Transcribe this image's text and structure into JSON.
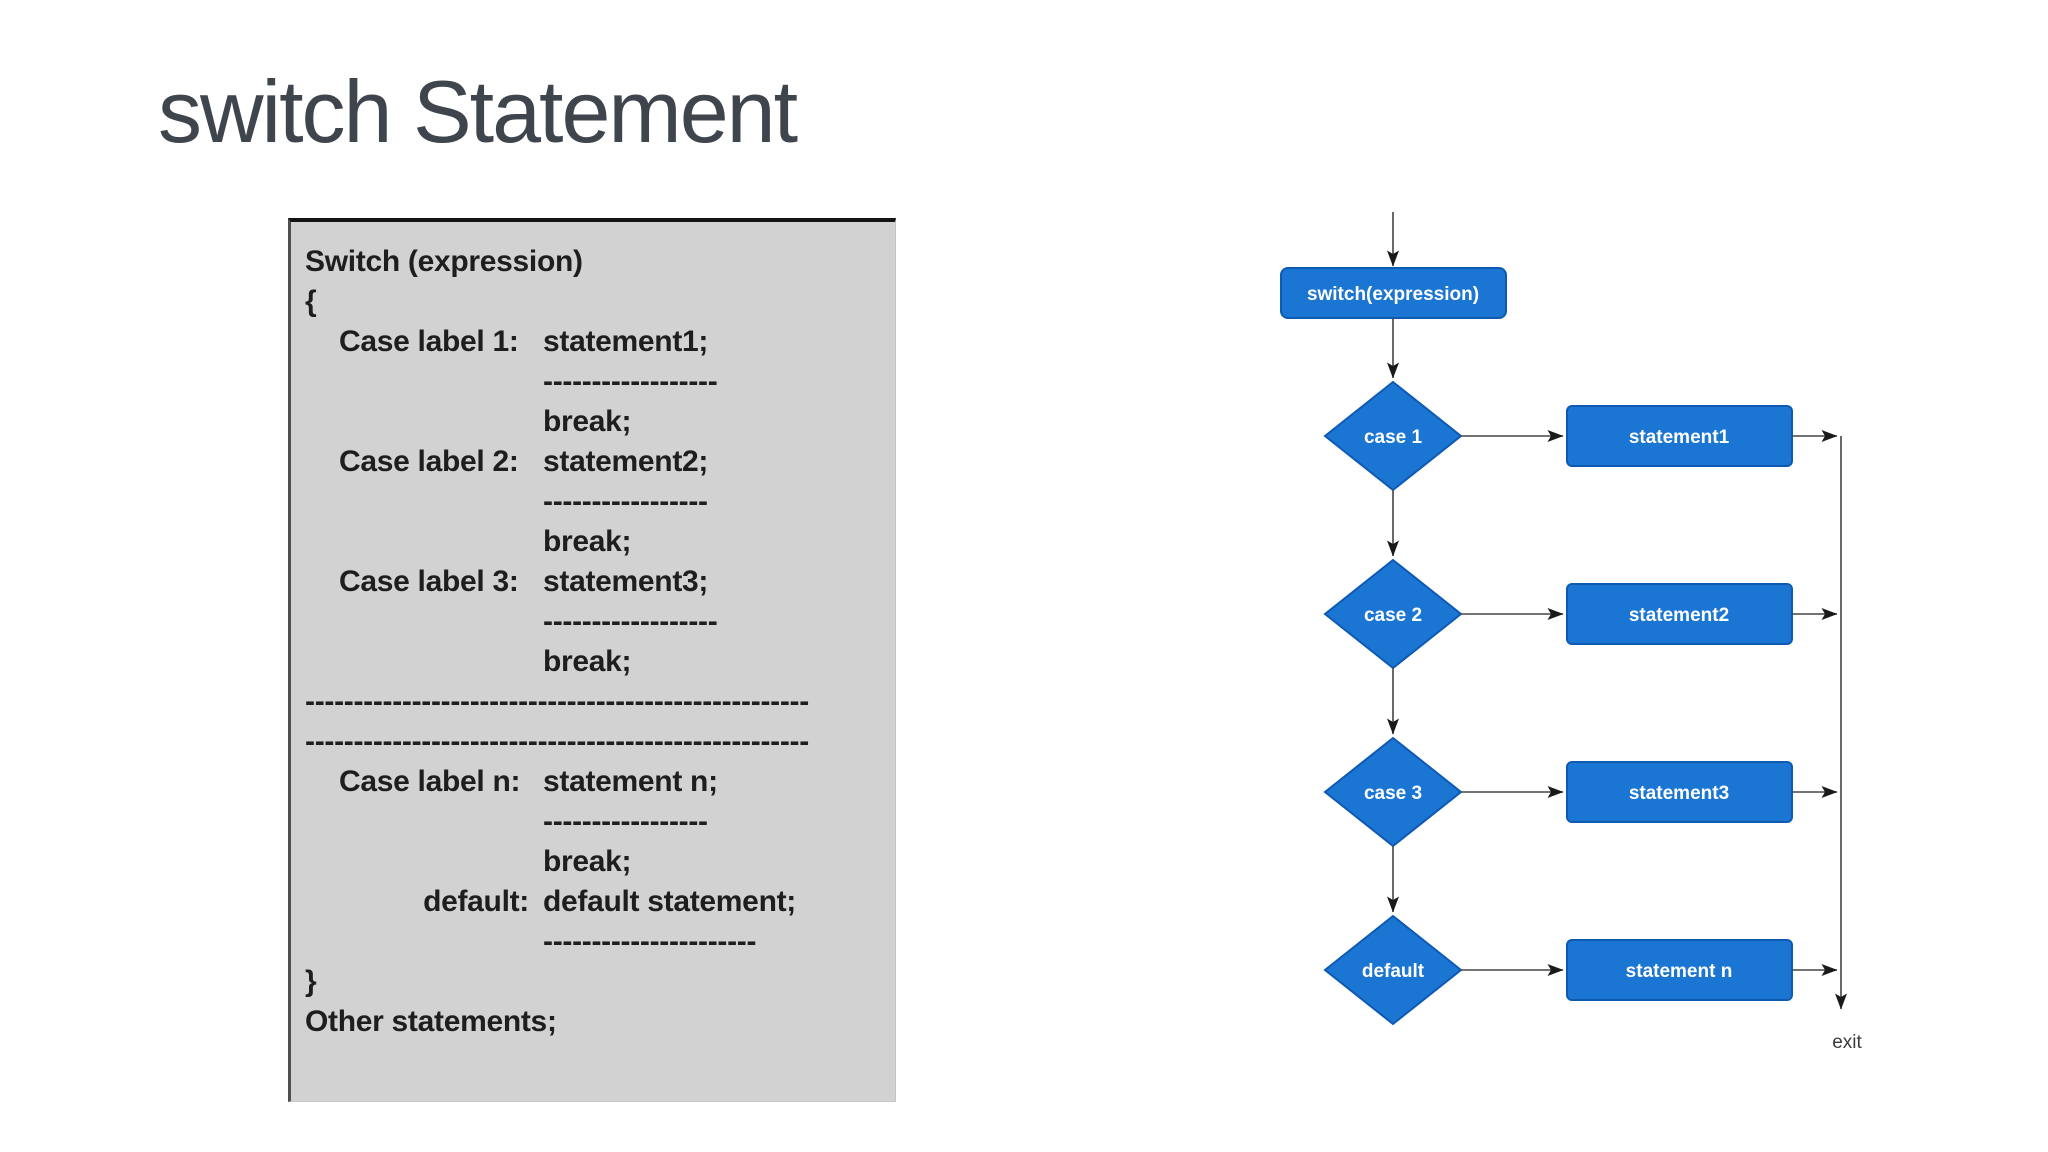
{
  "page": {
    "title": "switch Statement"
  },
  "colors": {
    "accent_blue": "#1b75d3",
    "shape_border_blue": "#0e5ab2",
    "codebox_background": "#d2d2d2",
    "title_color": "#3e454d",
    "line_color": "#454545"
  },
  "codebox": {
    "lines": [
      {
        "full": "Switch (expression)"
      },
      {
        "full": "{"
      },
      {
        "label": "Case label 1:",
        "code": "statement1;"
      },
      {
        "code": "------------------"
      },
      {
        "code": "break;"
      },
      {
        "label": "Case label 2:",
        "code": "statement2;"
      },
      {
        "code": "-----------------"
      },
      {
        "code": "break;"
      },
      {
        "label": "Case label 3:",
        "code": "statement3;"
      },
      {
        "code": "------------------"
      },
      {
        "code": "break;"
      },
      {
        "full": "----------------------------------------------------"
      },
      {
        "full": "----------------------------------------------------"
      },
      {
        "label": "Case label n:",
        "code": "statement n;"
      },
      {
        "code": "-----------------"
      },
      {
        "code": "break;"
      },
      {
        "label": "default:",
        "ra": true,
        "code": "default statement;"
      },
      {
        "code": "----------------------"
      },
      {
        "full": "}"
      },
      {
        "full": "Other statements;"
      }
    ]
  },
  "flowchart": {
    "start": "switch(expression)",
    "rows": [
      {
        "case": "case 1",
        "statement": "statement1"
      },
      {
        "case": "case 2",
        "statement": "statement2"
      },
      {
        "case": "case 3",
        "statement": "statement3"
      },
      {
        "case": "default",
        "statement": "statement n"
      }
    ],
    "exit_label": "exit"
  }
}
